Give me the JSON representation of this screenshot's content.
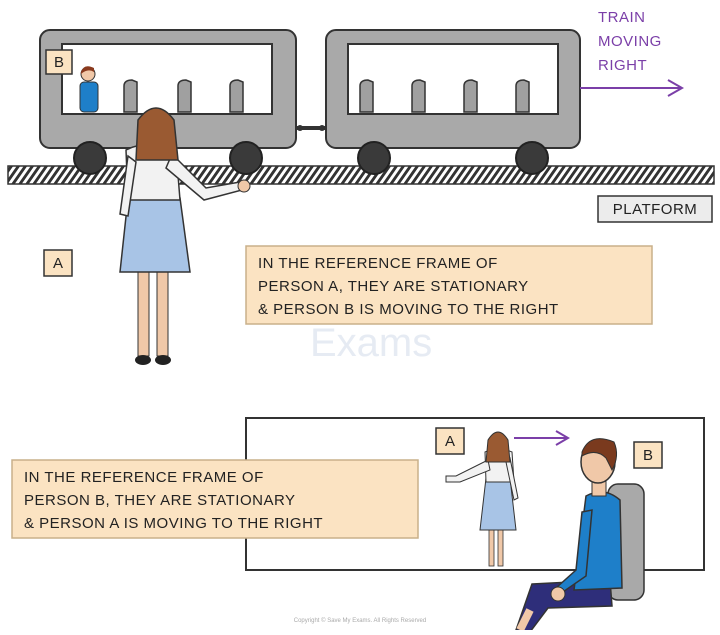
{
  "top": {
    "train_label_lines": [
      "TRAIN",
      "MOVING",
      "RIGHT"
    ],
    "platform_label": "PLATFORM",
    "person_a_label": "A",
    "person_b_label": "B",
    "caption_lines": [
      "IN THE REFERENCE FRAME OF",
      "PERSON A, THEY ARE STATIONARY",
      "& PERSON B IS MOVING TO THE RIGHT"
    ]
  },
  "bottom": {
    "person_a_label": "A",
    "person_b_label": "B",
    "caption_lines": [
      "IN THE REFERENCE FRAME OF",
      "PERSON B, THEY ARE STATIONARY",
      "& PERSON A IS MOVING TO THE RIGHT"
    ]
  },
  "watermark": "Exams",
  "copyright": "Copyright © Save My Exams. All Rights Reserved",
  "colors": {
    "train_body": "#a9a9a9",
    "label_box": "#fbe3c2",
    "arrow": "#7b3fa8",
    "skirt": "#a8c4e6",
    "shirt_b": "#1e7fc9"
  }
}
